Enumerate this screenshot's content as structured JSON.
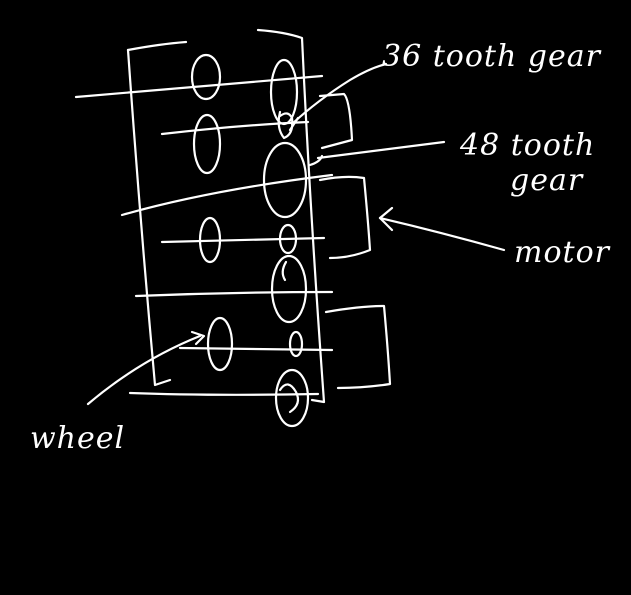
{
  "canvas": {
    "background": "#000000",
    "ink": "#ffffff"
  },
  "labels": {
    "gear36": "36 tooth gear",
    "gear48_line1": "48 tooth",
    "gear48_line2": "gear",
    "motor": "motor",
    "wheel": "wheel"
  }
}
